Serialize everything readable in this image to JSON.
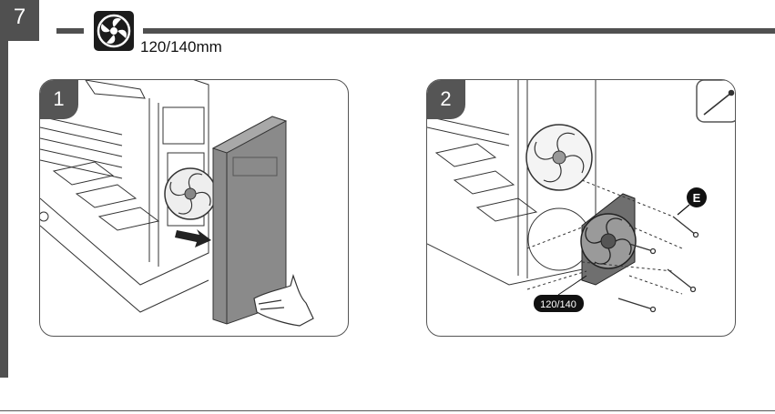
{
  "step": {
    "number": "7"
  },
  "fan_size_label": "120/140mm",
  "panels": [
    {
      "number": "1"
    },
    {
      "number": "2",
      "fan_tag": "120/140",
      "callout": "E"
    }
  ],
  "colors": {
    "bar": "#505050",
    "badge": "#1c1c1c",
    "panel_border": "#555555"
  },
  "icons": [
    "fan-icon",
    "screw-icon",
    "arrow-icon",
    "hand-icon"
  ]
}
